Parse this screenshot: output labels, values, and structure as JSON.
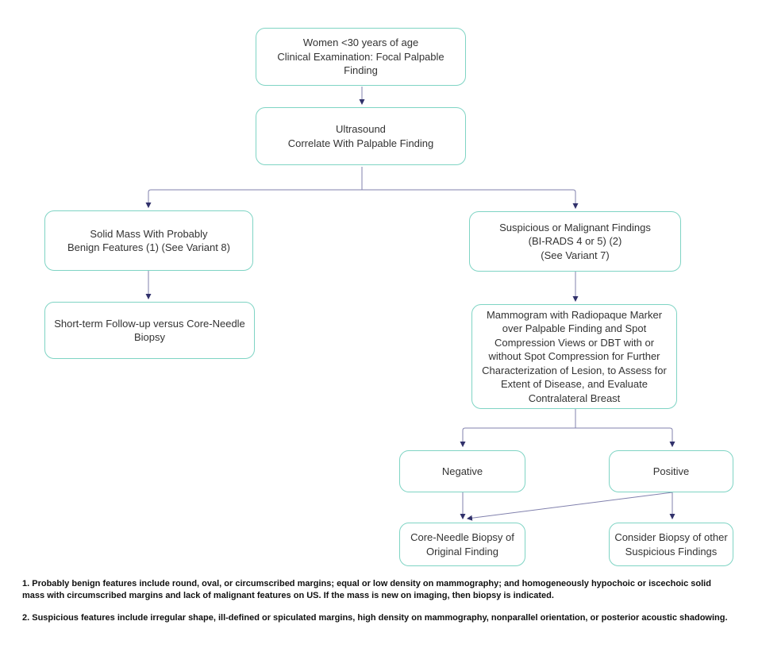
{
  "flowchart": {
    "nodes": {
      "start": {
        "label": "Women <30 years of age\nClinical Examination: Focal Palpable\nFinding"
      },
      "ultrasound": {
        "label": "Ultrasound\nCorrelate With Palpable Finding"
      },
      "benign": {
        "label": "Solid Mass With Probably\nBenign Features (1) (See Variant 8)"
      },
      "followup": {
        "label": "Short-term Follow-up versus Core-Needle\nBiopsy"
      },
      "suspicious": {
        "label": "Suspicious or Malignant Findings\n(BI-RADS 4 or 5) (2)\n(See Variant 7)"
      },
      "mammogram": {
        "label": "Mammogram with Radiopaque Marker\nover Palpable Finding and Spot\nCompression Views or DBT with or\nwithout Spot Compression for Further\nCharacterization of Lesion, to Assess for\nExtent of Disease, and Evaluate\nContralateral Breast"
      },
      "negative": {
        "label": "Negative"
      },
      "positive": {
        "label": "Positive"
      },
      "core_biopsy": {
        "label": "Core-Needle Biopsy of\nOriginal Finding"
      },
      "consider_biopsy": {
        "label": "Consider Biopsy of other\nSuspicious Findings"
      }
    },
    "edges": [
      {
        "from": "start",
        "to": "ultrasound"
      },
      {
        "from": "ultrasound",
        "to": "benign"
      },
      {
        "from": "ultrasound",
        "to": "suspicious"
      },
      {
        "from": "benign",
        "to": "followup"
      },
      {
        "from": "suspicious",
        "to": "mammogram"
      },
      {
        "from": "mammogram",
        "to": "negative"
      },
      {
        "from": "mammogram",
        "to": "positive"
      },
      {
        "from": "negative",
        "to": "core_biopsy"
      },
      {
        "from": "positive",
        "to": "core_biopsy"
      },
      {
        "from": "positive",
        "to": "consider_biopsy"
      }
    ],
    "footnotes": [
      {
        "text": "1. Probably benign features include round, oval, or circumscribed margins; equal or low density on mammography; and homogeneously hypochoic or iscechoic solid\nmass with circumscribed margins and lack of malignant features on US. If the mass is new on imaging, then biopsy is indicated."
      },
      {
        "text": "2. Suspicious features include irregular shape, ill-defined or spiculated margins, high density on mammography, nonparallel orientation, or posterior acoustic shadowing."
      }
    ]
  },
  "colors": {
    "node_border": "#7fd4c4",
    "node_fill": "#ffffff",
    "node_text": "#333333",
    "edge_line": "#8181ad",
    "arrowhead": "#31316b",
    "footnote_text": "#111111",
    "background": "#ffffff"
  }
}
